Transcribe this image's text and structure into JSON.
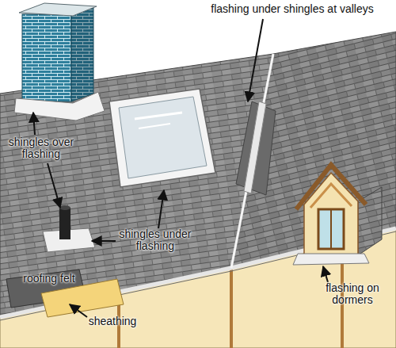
{
  "diagram": {
    "labels": [
      "flashing under shingles at valleys",
      "shingles over flashing",
      "shingles under flashing",
      "roofing felt",
      "sheathing",
      "flashing on dormers"
    ]
  }
}
